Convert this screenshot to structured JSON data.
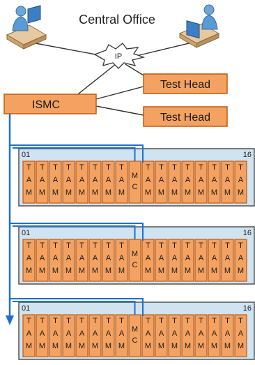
{
  "diagram": {
    "title": "Central Office",
    "cloud_label": "IP",
    "ismc_label": "ISMC",
    "test_heads": [
      {
        "label": "Test Head"
      },
      {
        "label": "Test Head"
      }
    ],
    "shelves": [
      {
        "start_label": "01",
        "end_label": "16"
      },
      {
        "start_label": "01",
        "end_label": "16"
      },
      {
        "start_label": "01",
        "end_label": "16"
      }
    ],
    "tam_letters": [
      "T",
      "A",
      "M"
    ],
    "mc_letters": [
      "M",
      "C"
    ],
    "slot_layout": [
      "TAM",
      "TAM",
      "TAM",
      "TAM",
      "TAM",
      "TAM",
      "TAM",
      "TAM",
      "MC",
      "TAM",
      "TAM",
      "TAM",
      "TAM",
      "TAM",
      "TAM",
      "TAM",
      "TAM"
    ],
    "colors": {
      "orange": "#f4a261",
      "orange_stroke": "#c05a10",
      "shelf_fill": "#cfe3f0",
      "shelf_stroke": "#3a3a3a",
      "blue_line": "#1f6fd1",
      "line": "#333333"
    },
    "icons": {
      "operator_left": "user-at-desk-icon",
      "operator_right": "user-at-desk-icon",
      "cloud": "network-cloud-icon"
    }
  }
}
